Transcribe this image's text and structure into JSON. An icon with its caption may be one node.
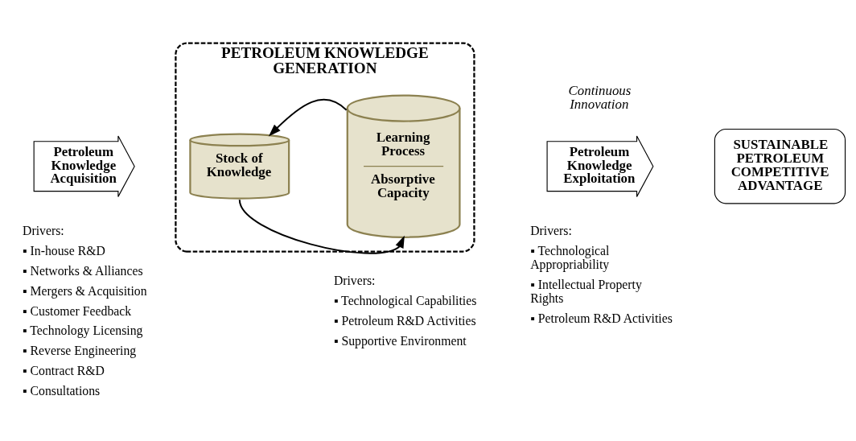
{
  "diagram": {
    "nodes": [
      {
        "text": [
          "PETROLEUM KNOWLEDGE GENERATION"
        ]
      },
      {
        "text": [
          "Stock of Knowledge"
        ],
        "in": 0
      },
      {
        "text": [
          "Learning Process",
          "Absorptive Capacity"
        ],
        "in": 0
      },
      {
        "text": [
          "Petroleum Knowledge Acquisition"
        ]
      },
      {
        "text": [
          "Petroleum Knowledge Exploitation"
        ],
        "beside": [
          "Continuous Innovation"
        ]
      },
      {
        "text": [
          "SUSTAINABLE PETROLEUM COMPETITIVE ADVANTAGE"
        ]
      }
    ],
    "edges": [
      {
        "from": 2,
        "to": 1,
        "arrow": "to"
      },
      {
        "from": 1,
        "to": 2,
        "arrow": "to"
      }
    ],
    "labels": [
      "Drivers:",
      "▪ In-house R&D",
      "▪ Networks & Alliances",
      "▪ Mergers & Acquisition",
      "▪ Customer Feedback",
      "▪ Technology Licensing",
      "▪ Reverse Engineering",
      "▪ Contract R&D",
      "▪ Consultations",
      "Drivers:",
      "▪ Technological Capabilities",
      "▪ Petroleum R&D Activities",
      "▪ Supportive Environment",
      "Drivers:",
      "▪ Technological Appropriability",
      "▪ Intellectual Property Rights",
      "▪ Petroleum R&D Activities"
    ]
  }
}
